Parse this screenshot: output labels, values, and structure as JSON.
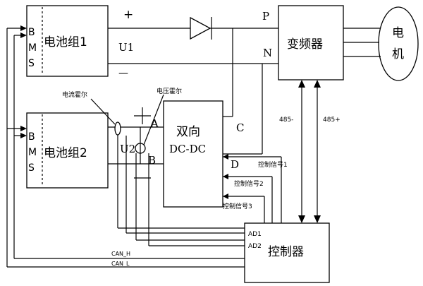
{
  "labels": {
    "battery1": "电池组1",
    "battery2": "电池组2",
    "bms": [
      "B",
      "M",
      "S"
    ],
    "u1": "U1",
    "u2": "U2",
    "plus": "+",
    "minus": "—",
    "p": "P",
    "n": "N",
    "inverter": "变频器",
    "motor_1": "电",
    "motor_2": "机",
    "hall_current": "电流霍尔",
    "hall_voltage": "电压霍尔",
    "a": "A",
    "b": "B",
    "c": "C",
    "d": "D",
    "dcdc_1": "双向",
    "dcdc_2": "DC-DC",
    "rs485_minus": "485-",
    "rs485_plus": "485+",
    "ctrl1": "控制信号1",
    "ctrl2": "控制信号2",
    "ctrl3": "控制信号3",
    "ad1": "AD1",
    "ad2": "AD2",
    "controller": "控制器",
    "can_h": "CAN_H",
    "can_l": "CAN_L"
  }
}
